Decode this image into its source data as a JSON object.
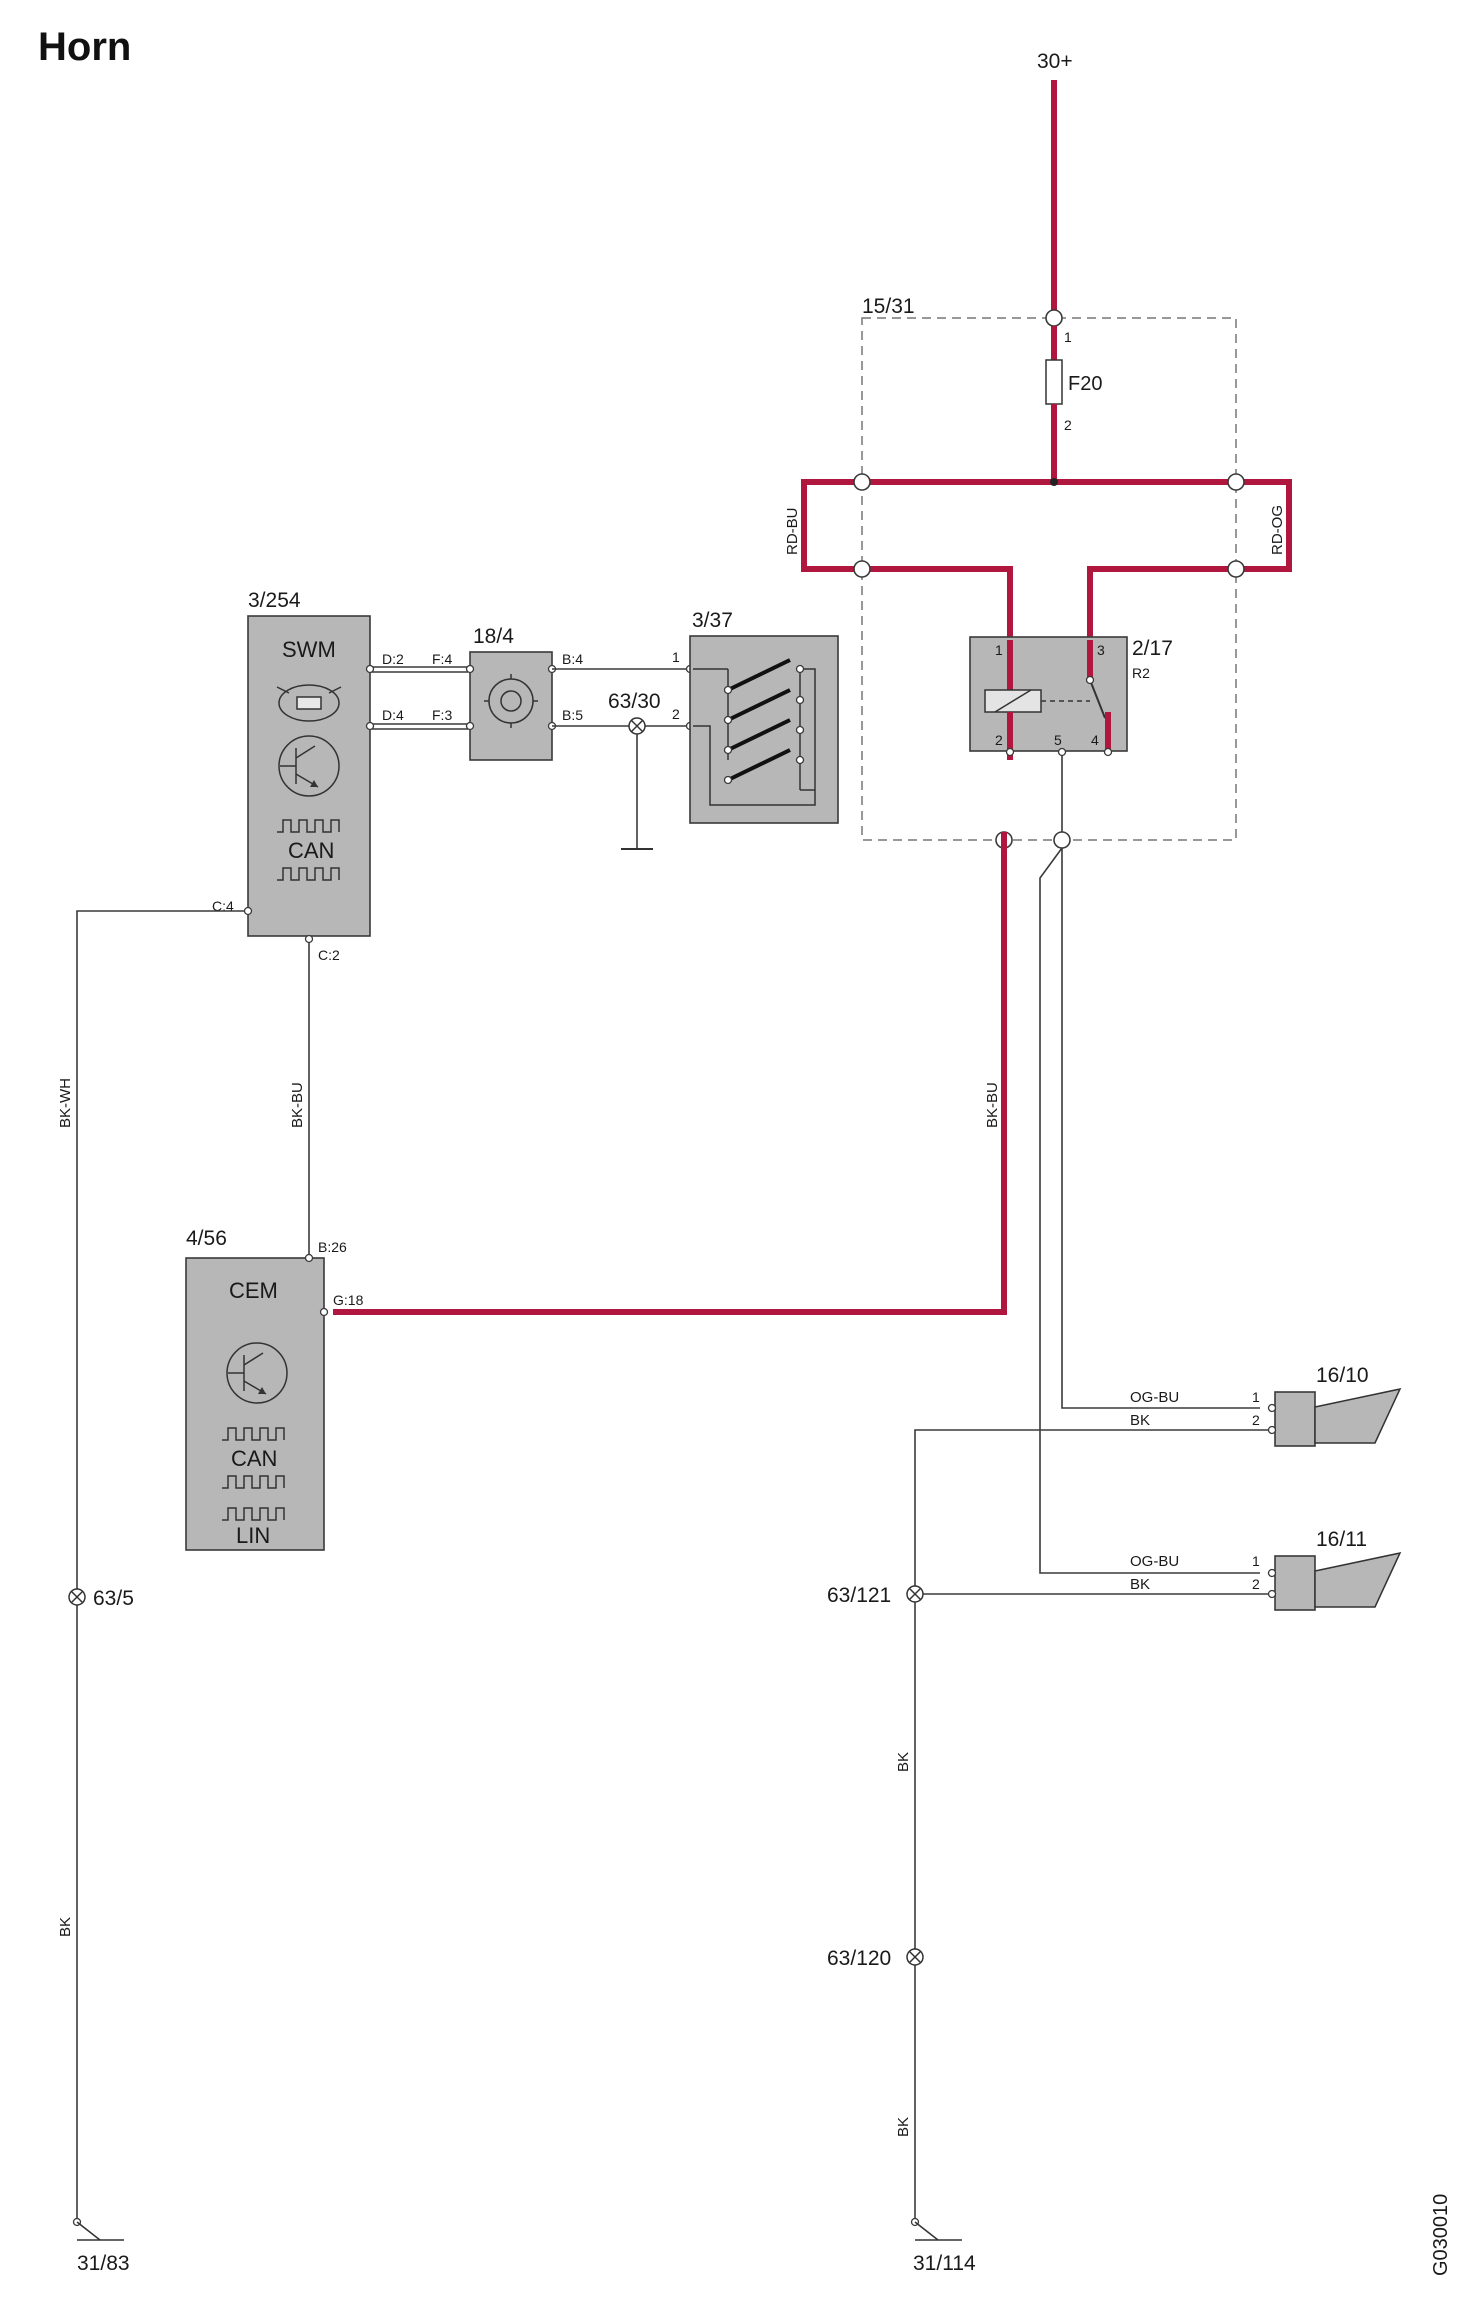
{
  "title": "Horn",
  "code": "G030010",
  "supply": {
    "label": "30+"
  },
  "fuse_box": {
    "id": "15/31",
    "fuse": "F20",
    "pin_in": "1",
    "pin_out": "2"
  },
  "relay": {
    "id": "2/17",
    "sub": "R2",
    "pins": [
      "1",
      "3",
      "2",
      "5",
      "4"
    ]
  },
  "swm": {
    "id": "3/254",
    "name": "SWM",
    "can": "CAN",
    "pins": {
      "d2": "D:2",
      "d4": "D:4",
      "c4": "C:4",
      "c2": "C:2"
    }
  },
  "clock_spring": {
    "id": "18/4",
    "pins": {
      "f4": "F:4",
      "f3": "F:3",
      "b4": "B:4",
      "b5": "B:5"
    }
  },
  "horn_switch": {
    "id": "3/37",
    "pin1": "1",
    "pin2": "2"
  },
  "ground_points": {
    "g63_30": "63/30",
    "g63_5": "63/5",
    "g63_121": "63/121",
    "g63_120": "63/120",
    "g31_83": "31/83",
    "g31_114": "31/114"
  },
  "cem": {
    "id": "4/56",
    "name": "CEM",
    "can": "CAN",
    "lin": "LIN",
    "pins": {
      "b26": "B:26",
      "g18": "G:18"
    }
  },
  "horns": [
    {
      "id": "16/10",
      "pin1": "1",
      "pin2": "2",
      "wire1": "OG-BU",
      "wire2": "BK"
    },
    {
      "id": "16/11",
      "pin1": "1",
      "pin2": "2",
      "wire1": "OG-BU",
      "wire2": "BK"
    }
  ],
  "wire_colors": {
    "rd_bu": "RD-BU",
    "rd_og": "RD-OG",
    "bk_bu_cem": "BK-BU",
    "bk_bu_relay": "BK-BU",
    "bk_wh": "BK-WH",
    "bk_left": "BK",
    "bk_right_upper": "BK",
    "bk_right_lower": "BK"
  },
  "colors": {
    "power_wire": "#b0173f",
    "component": "#b7b7b7"
  }
}
